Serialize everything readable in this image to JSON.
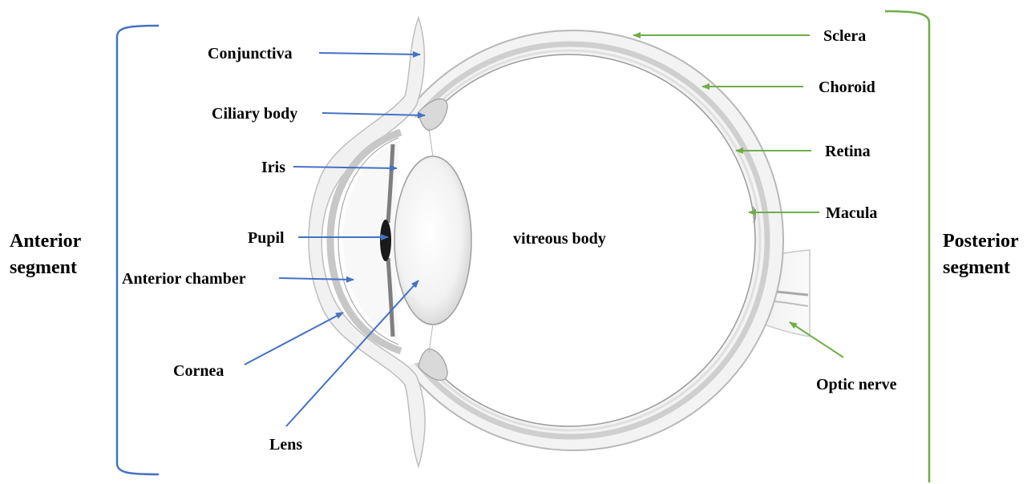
{
  "colors": {
    "anterior": "#4472C4",
    "posterior": "#70AD47",
    "sclera_fill": "#F3F3F3",
    "sclera_edge": "#B8B8B8",
    "choroid": "#CFCFCF",
    "text": "#000000"
  },
  "segments": {
    "anterior": [
      "Anterior",
      "segment"
    ],
    "posterior": [
      "Posterior",
      "segment"
    ]
  },
  "center_label": "vitreous body",
  "labels": {
    "conjunctiva": "Conjunctiva",
    "ciliary_body": "Ciliary body",
    "iris": "Iris",
    "pupil": "Pupil",
    "anterior_chamber": "Anterior chamber",
    "cornea": "Cornea",
    "lens": "Lens",
    "sclera": "Sclera",
    "choroid": "Choroid",
    "retina": "Retina",
    "macula": "Macula",
    "optic_nerve": "Optic nerve"
  }
}
